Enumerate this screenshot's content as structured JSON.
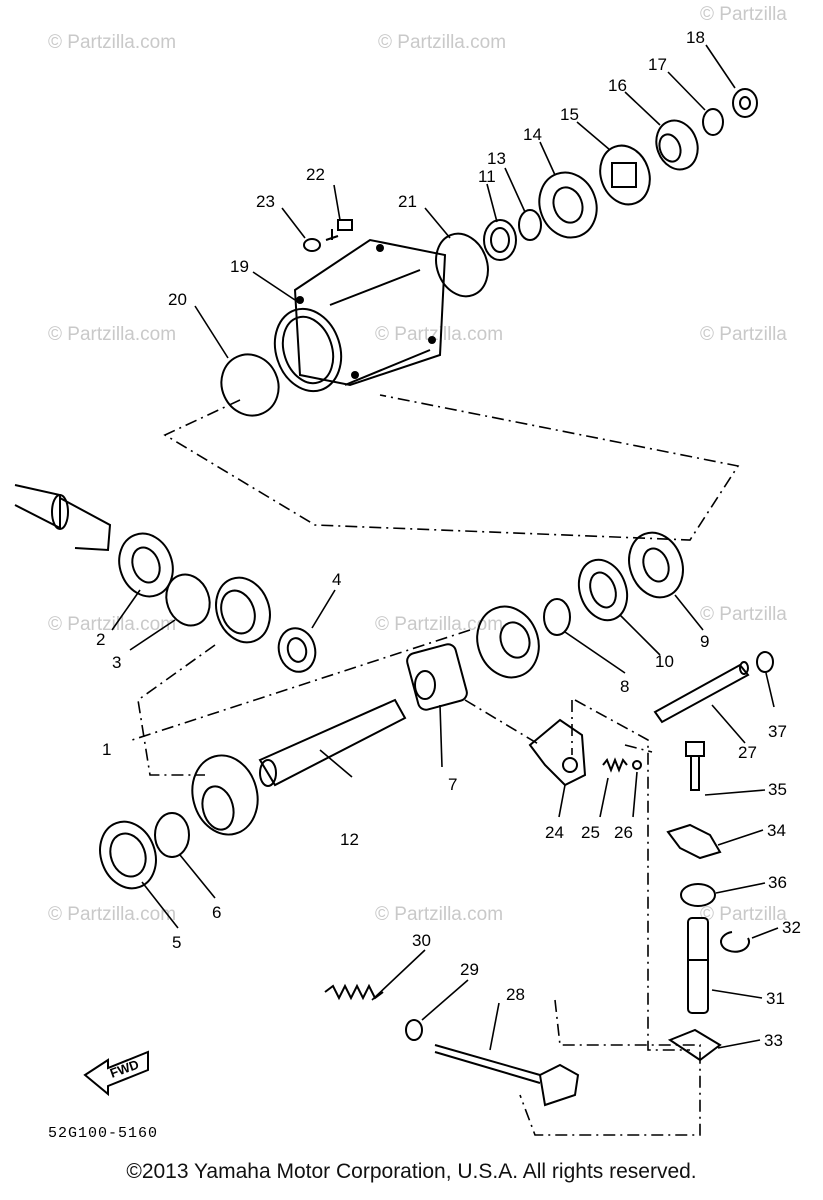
{
  "watermark_text": "© Partzilla.com",
  "watermark_short": "© Partzilla",
  "diagram_number": "52G100-5160",
  "fwd_label": "FWD",
  "copyright": "©2013 Yamaha Motor Corporation, U.S.A. All rights reserved.",
  "callouts": {
    "c1": "1",
    "c2": "2",
    "c3": "3",
    "c4": "4",
    "c5": "5",
    "c6": "6",
    "c7": "7",
    "c8": "8",
    "c9": "9",
    "c10": "10",
    "c11": "11",
    "c12": "12",
    "c13": "13",
    "c14": "14",
    "c15": "15",
    "c16": "16",
    "c17": "17",
    "c18": "18",
    "c19": "19",
    "c20": "20",
    "c21": "21",
    "c22": "22",
    "c23": "23",
    "c24": "24",
    "c25": "25",
    "c26": "26",
    "c27": "27",
    "c28": "28",
    "c29": "29",
    "c30": "30",
    "c31": "31",
    "c32": "32",
    "c33": "33",
    "c34": "34",
    "c35": "35",
    "c36": "36",
    "c37": "37"
  }
}
